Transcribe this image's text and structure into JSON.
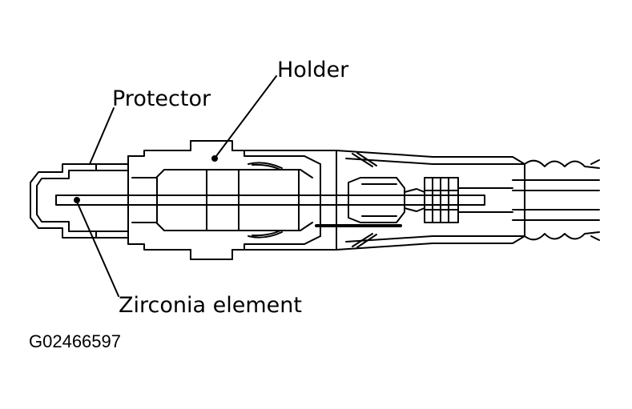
{
  "labels": {
    "holder": "Holder",
    "protector": "Protector",
    "zirconia": "Zirconia element"
  },
  "figure_id": "G02466597",
  "colors": {
    "ink": "#000000",
    "paper": "#ffffff"
  }
}
